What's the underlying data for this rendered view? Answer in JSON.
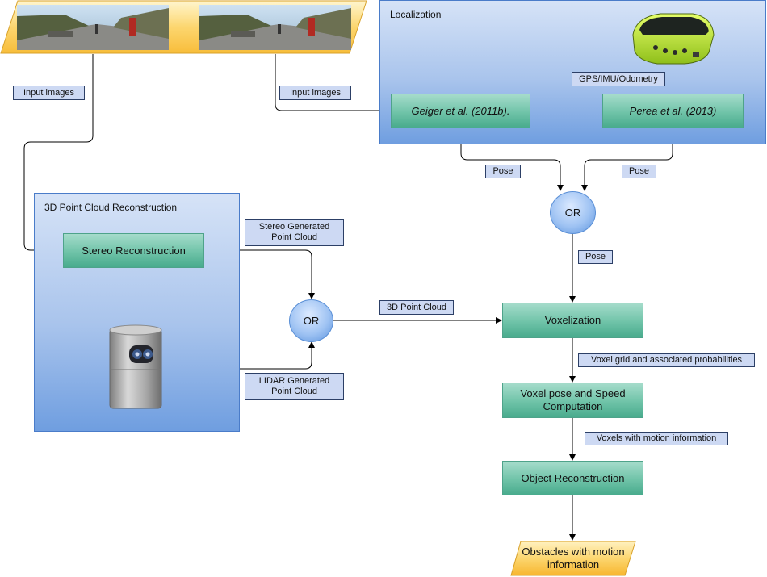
{
  "groups": {
    "localization": "Localization",
    "reconstruction": "3D Point Cloud Reconstruction"
  },
  "processes": {
    "geiger": "Geiger et al. (2011b).",
    "perea": "Perea et al. (2013)",
    "stereo": "Stereo Reconstruction",
    "voxelization": "Voxelization",
    "voxel_pose": "Voxel pose and Speed Computation",
    "object_recon": "Object Reconstruction"
  },
  "or_nodes": {
    "pose_or": "OR",
    "cloud_or": "OR"
  },
  "edge_labels": {
    "input_left": "Input images",
    "input_right": "Input images",
    "gps": "GPS/IMU/Odometry",
    "pose_left": "Pose",
    "pose_right": "Pose",
    "pose_down": "Pose",
    "stereo_cloud": "Stereo Generated Point Cloud",
    "lidar_cloud": "LIDAR Generated Point Cloud",
    "cloud_3d": "3D Point Cloud",
    "voxel_grid": "Voxel grid and associated probabilities",
    "voxels_motion": "Voxels with motion information"
  },
  "output": {
    "label": "Obstacles with motion information"
  },
  "colors": {
    "process_green": "#6fc3a8",
    "group_blue": "#a9c4ec",
    "label_bg": "#cdd9f3",
    "banner_yellow": "#fbd469"
  },
  "icons": [
    "camera-image-left",
    "camera-image-right",
    "gps-receiver-icon",
    "lidar-sensor-icon"
  ]
}
